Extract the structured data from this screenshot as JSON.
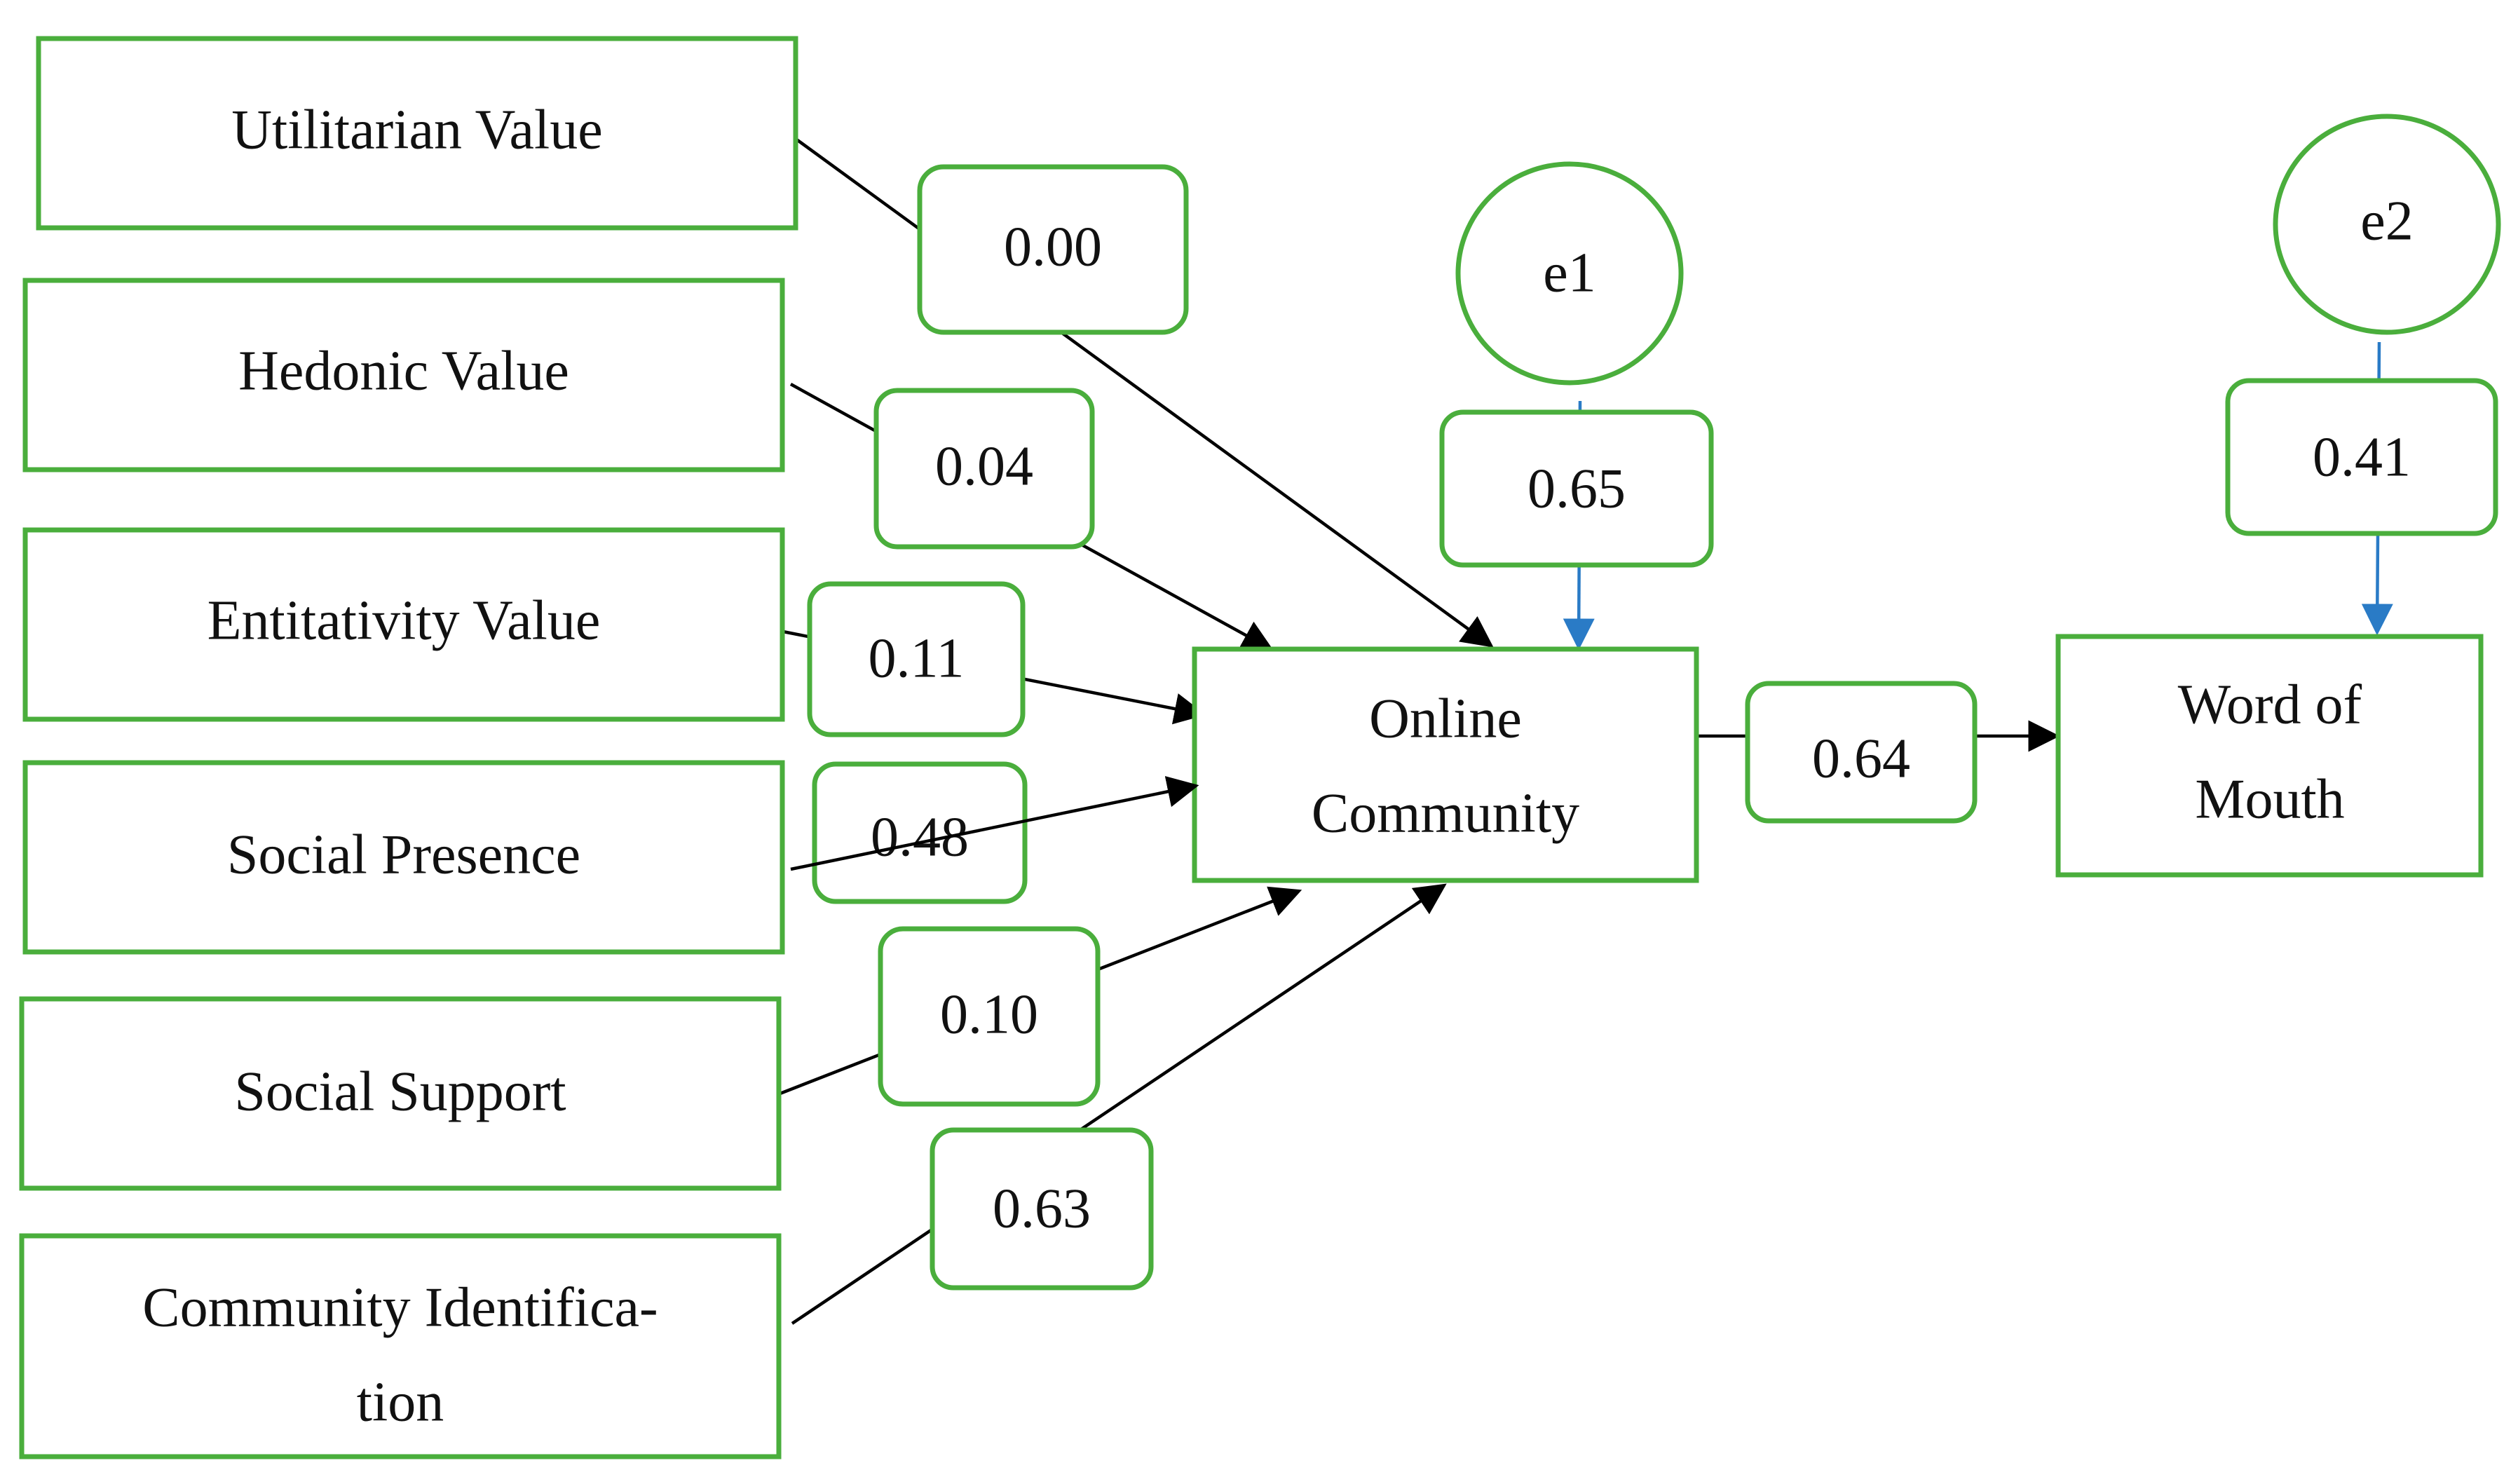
{
  "nodes": {
    "utilitarian_value": "Utilitarian Value",
    "hedonic_value": "Hedonic Value",
    "entitativity_value": "Entitativity Value",
    "social_presence": "Social Presence",
    "social_support": "Social Support",
    "community_identification_line1": "Community Identifica-",
    "community_identification_line2": "tion",
    "online_community_line1": "Online",
    "online_community_line2": "Community",
    "word_of_mouth_line1": "Word of",
    "word_of_mouth_line2": "Mouth"
  },
  "errors": {
    "e1": "e1",
    "e2": "e2"
  },
  "coefficients": {
    "utilitarian": "0.00",
    "hedonic": "0.04",
    "entitativity": "0.11",
    "social_presence": "0.48",
    "social_support": "0.10",
    "community_identification": "0.63",
    "e1": "0.65",
    "online_to_wom": "0.64",
    "e2": "0.41"
  },
  "colors": {
    "border": "#4aae3c",
    "arrow": "#000000",
    "error_arrow": "#2a7bc6"
  }
}
